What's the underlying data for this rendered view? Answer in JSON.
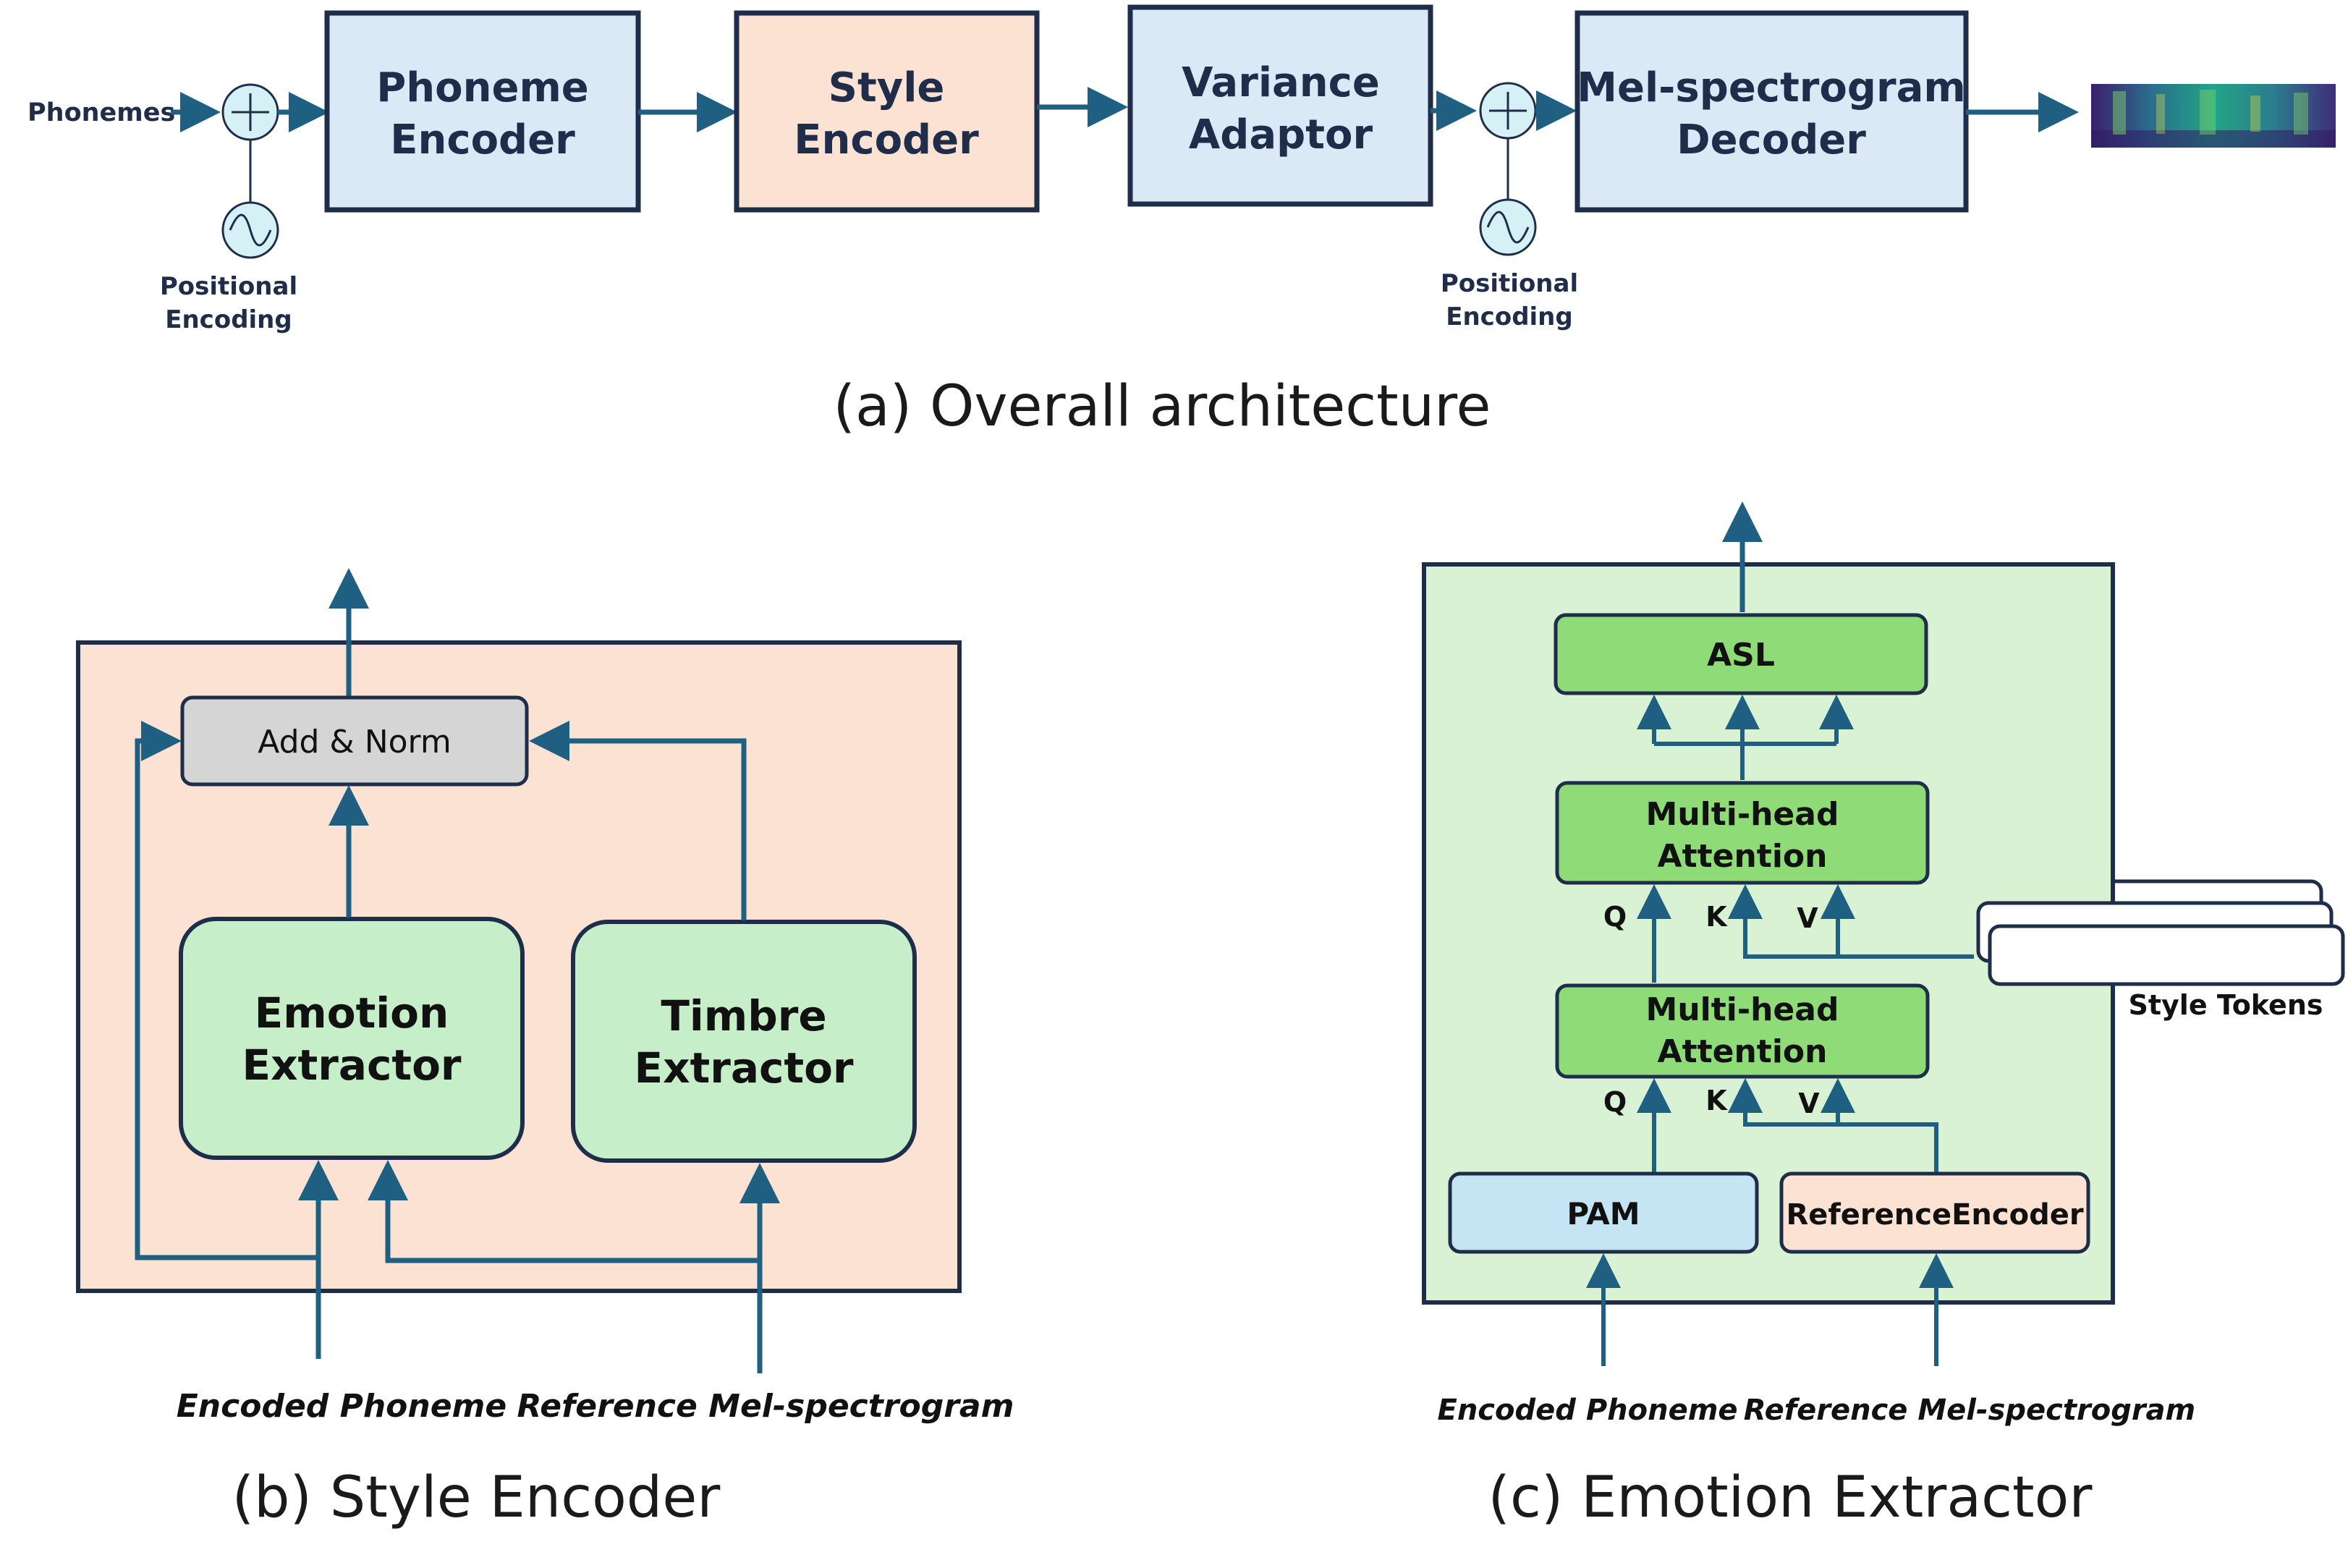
{
  "overall": {
    "input_label": "Phonemes",
    "positional_encoding_left": "Positional Encoding",
    "positional_encoding_right": "Positional Encoding",
    "blocks": [
      "Phoneme Encoder",
      "Style Encoder",
      "Variance Adaptor",
      "Mel-spectrogram Decoder"
    ],
    "caption": "(a) Overall architecture"
  },
  "style_encoder": {
    "add_norm": "Add & Norm",
    "emotion_extractor": "Emotion Extractor",
    "timbre_extractor": "Timbre Extractor",
    "input_left": "Encoded Phoneme",
    "input_right": "Reference Mel-spectrogram",
    "caption": "(b) Style Encoder"
  },
  "emotion_extractor": {
    "asl": "ASL",
    "mha_top": "Multi-head Attention",
    "mha_bottom": "Multi-head Attention",
    "q": "Q",
    "k": "K",
    "v": "V",
    "style_tokens": "Style Tokens",
    "pam": "PAM",
    "reference_encoder": "ReferenceEncoder",
    "input_left": "Encoded Phoneme",
    "input_right": "Reference Mel-spectrogram",
    "caption": "(c) Emotion Extractor"
  },
  "colors": {
    "arrow": "#1e5f82",
    "encoder_blue": "#dbe9f6",
    "style_peach": "#fbe2d3",
    "light_green": "#c6efc9",
    "panel_green": "#d8f2d3",
    "dark_green": "#8fdb78",
    "add_norm_gray": "#d5d5d5",
    "pam_blue": "#c5e5f5"
  }
}
